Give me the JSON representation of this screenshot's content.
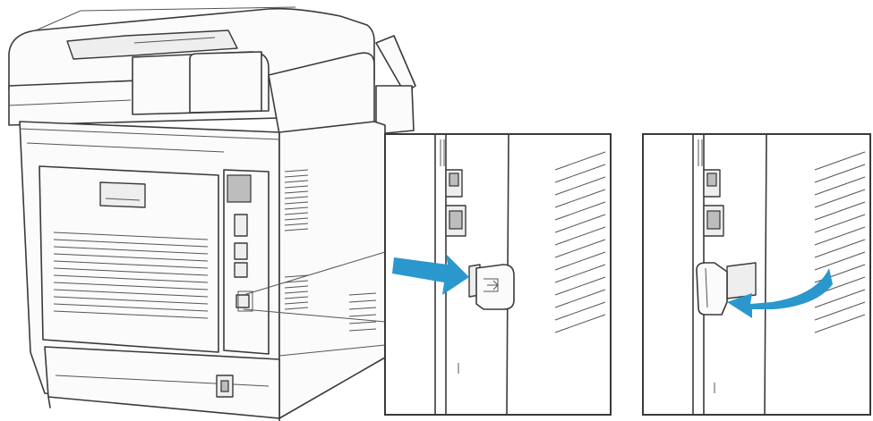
{
  "colors": {
    "line": "#3a3a3a",
    "panel_fill": "#fbfbfb",
    "shade_fill": "#eeeeee",
    "arrow_blue": "#2a98cc"
  },
  "icons": {
    "main": "printer-rear-view",
    "detail_left": "interface-cover-install-arrow",
    "detail_right": "interface-cover-remove-arrow"
  }
}
